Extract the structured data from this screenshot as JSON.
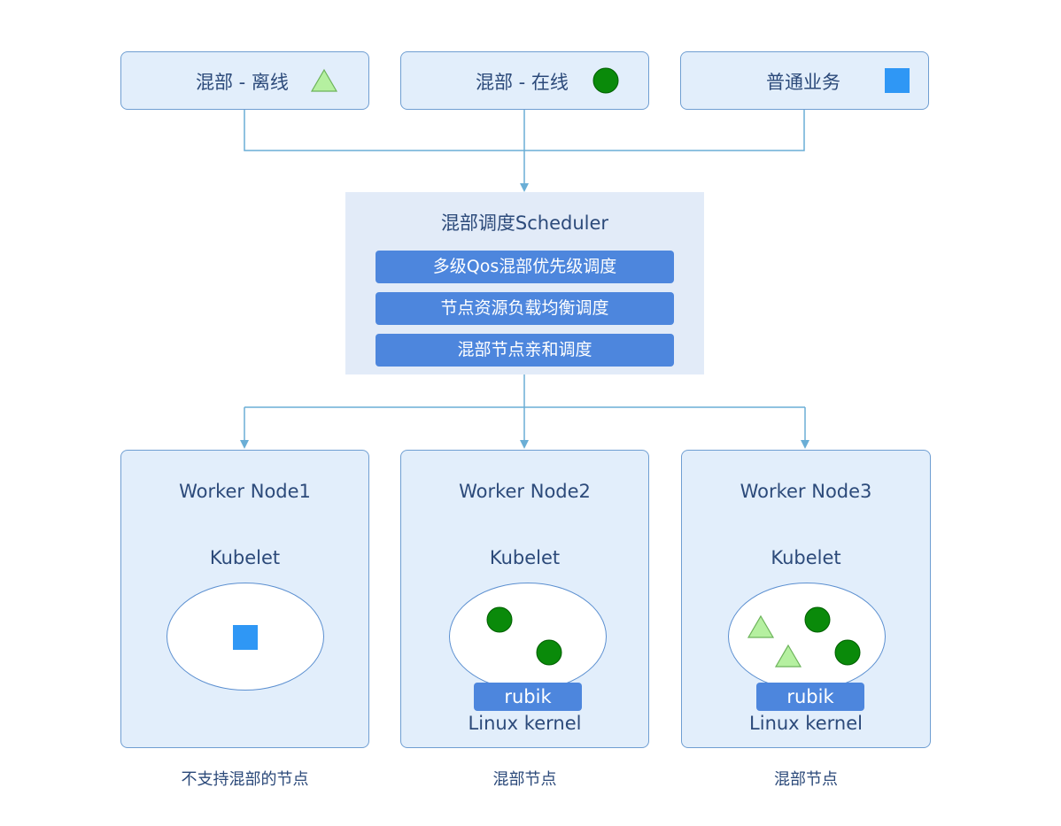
{
  "workloads": [
    {
      "label": "混部 - 离线",
      "icon": "triangle-icon"
    },
    {
      "label": "混部 - 在线",
      "icon": "circle-icon"
    },
    {
      "label": "普通业务",
      "icon": "square-icon"
    }
  ],
  "scheduler": {
    "title": "混部调度Scheduler",
    "strategies": [
      "多级Qos混部优先级调度",
      "节点资源负载均衡调度",
      "混部节点亲和调度"
    ]
  },
  "nodes": [
    {
      "title": "Worker Node1",
      "kubelet": "Kubelet",
      "caption": "不支持混部的节点",
      "pods": [
        "square"
      ]
    },
    {
      "title": "Worker Node2",
      "kubelet": "Kubelet",
      "rubik": "rubik",
      "kernel": "Linux kernel",
      "caption": "混部节点",
      "pods": [
        "circle",
        "circle"
      ]
    },
    {
      "title": "Worker Node3",
      "kubelet": "Kubelet",
      "rubik": "rubik",
      "kernel": "Linux kernel",
      "caption": "混部节点",
      "pods": [
        "triangle",
        "circle",
        "triangle",
        "circle"
      ]
    }
  ],
  "colors": {
    "box_fill": "#e2eefb",
    "box_border": "#6f9ed2",
    "accent": "#4d86dd",
    "connector": "#6aaed6",
    "offline_triangle": "#b5f0a0",
    "online_circle": "#0a8a0a",
    "normal_square": "#2f97f5",
    "text": "#2c4a7a"
  }
}
